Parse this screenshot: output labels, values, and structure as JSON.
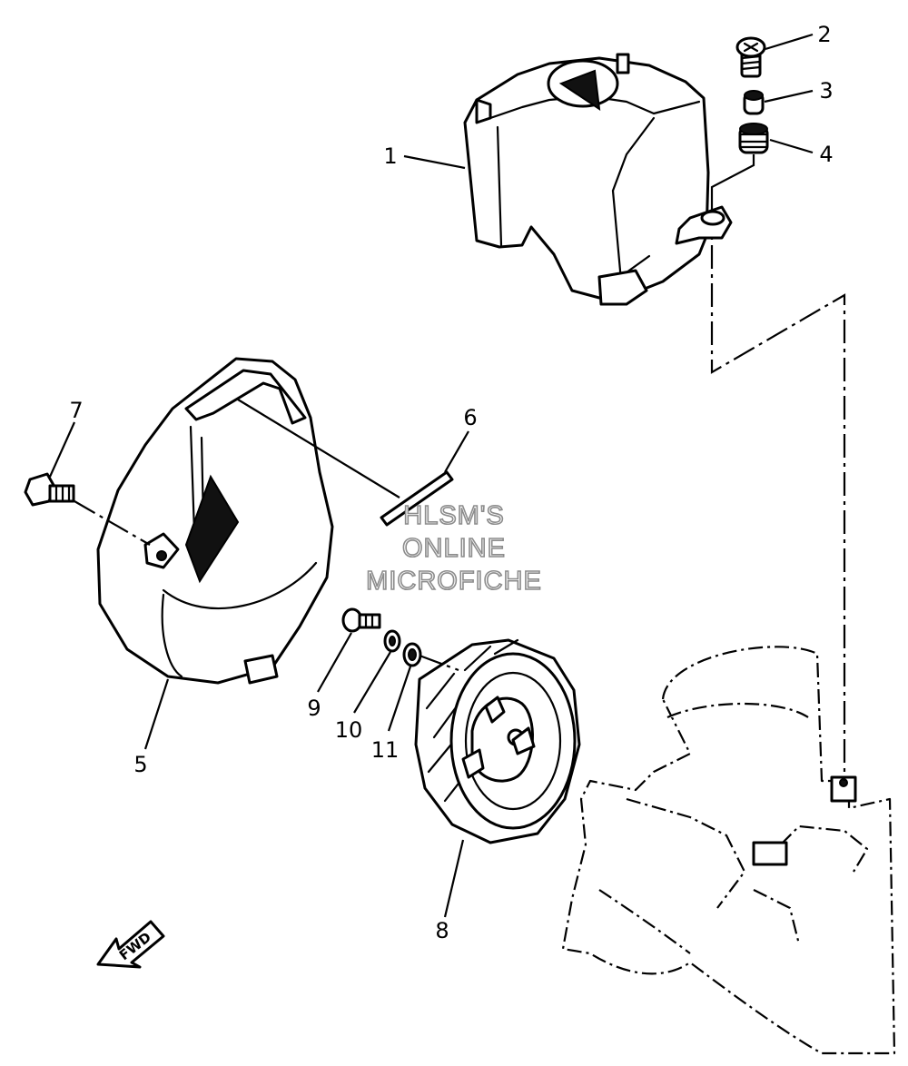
{
  "callouts": [
    {
      "id": "1",
      "label": "1"
    },
    {
      "id": "2",
      "label": "2"
    },
    {
      "id": "3",
      "label": "3"
    },
    {
      "id": "4",
      "label": "4"
    },
    {
      "id": "5",
      "label": "5"
    },
    {
      "id": "6",
      "label": "6"
    },
    {
      "id": "7",
      "label": "7"
    },
    {
      "id": "8",
      "label": "8"
    },
    {
      "id": "9",
      "label": "9"
    },
    {
      "id": "10",
      "label": "10"
    },
    {
      "id": "11",
      "label": "11"
    }
  ],
  "watermark": {
    "line1": "HLSM'S",
    "line2": "ONLINE",
    "line3": "MICROFICHE"
  },
  "direction_badge": {
    "label": "FWD"
  }
}
